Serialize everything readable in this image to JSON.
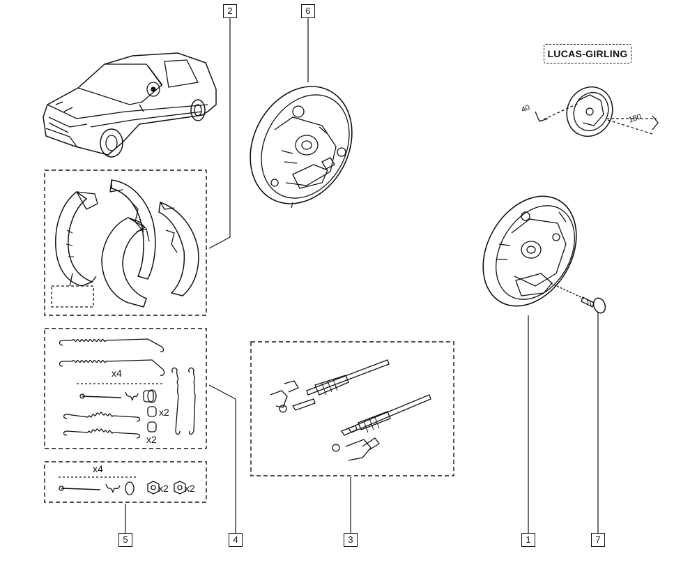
{
  "callouts": {
    "c1": "1",
    "c2": "2",
    "c3": "3",
    "c4": "4",
    "c5": "5",
    "c6": "6",
    "c7": "7"
  },
  "brand_label": "LUCAS-GIRLING",
  "multipliers": {
    "springs_x4": "x4",
    "cups_x2": "x2",
    "clips_x2": "x2",
    "pins_x4": "x4",
    "washers_x2": "x2",
    "nuts_x2": "x2"
  },
  "dimensions": {
    "d40": "40",
    "d180": "180"
  }
}
